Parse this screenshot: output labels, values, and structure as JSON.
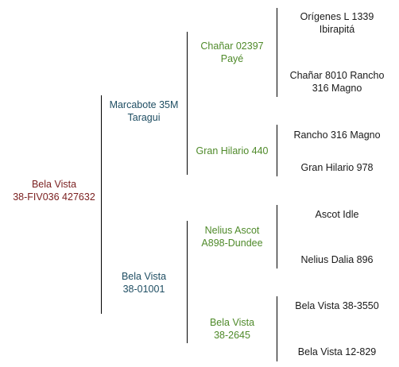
{
  "colors": {
    "subject": "#7a1f1f",
    "parents": "#1f4e63",
    "grandparents": "#4f8a2a",
    "great_grandparents": "#1a1a1a",
    "lines": "#000000"
  },
  "pedigree": {
    "subject": {
      "line1": "Bela Vista",
      "line2": "38-FIV036 427632"
    },
    "sire": {
      "line1": "Marcabote 35M",
      "line2": "Taragui"
    },
    "dam": {
      "line1": "Bela Vista",
      "line2": "38-01001"
    },
    "sire_sire": {
      "line1": "Chañar 02397",
      "line2": "Payé"
    },
    "sire_dam": {
      "line1": "Gran Hilario 440",
      "line2": ""
    },
    "dam_sire": {
      "line1": "Nelius Ascot",
      "line2": "A898-Dundee"
    },
    "dam_dam": {
      "line1": "Bela Vista",
      "line2": "38-2645"
    },
    "ggp": [
      {
        "line1": "Orígenes L 1339",
        "line2": "Ibirapitá"
      },
      {
        "line1": "Chañar 8010 Rancho",
        "line2": "316 Magno"
      },
      {
        "line1": "Rancho 316 Magno",
        "line2": ""
      },
      {
        "line1": "Gran Hilario 978",
        "line2": ""
      },
      {
        "line1": "Ascot Idle",
        "line2": ""
      },
      {
        "line1": "Nelius Dalia 896",
        "line2": ""
      },
      {
        "line1": "Bela Vista 38-3550",
        "line2": ""
      },
      {
        "line1": "Bela Vista 12-829",
        "line2": ""
      }
    ]
  }
}
